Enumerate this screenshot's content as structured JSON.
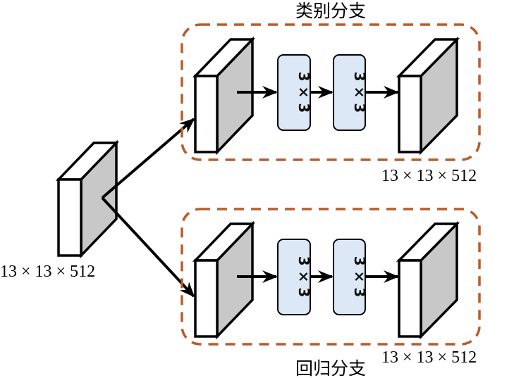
{
  "diagram": {
    "input": {
      "label": "13 × 13 × 512"
    },
    "branches": [
      {
        "id": "class",
        "title": "类别分支",
        "ops": [
          "3 × 3",
          "3 × 3"
        ],
        "output_label": "13 × 13 × 512"
      },
      {
        "id": "regression",
        "title": "回归分支",
        "ops": [
          "3 × 3",
          "3 × 3"
        ],
        "output_label": "13 × 13 × 512"
      }
    ],
    "colors": {
      "dashed_border": "#b85c2a",
      "conv_fill": "#dce8f5",
      "block_side": "#c8c8c8",
      "block_front": "#ffffff",
      "stroke": "#000000"
    }
  }
}
